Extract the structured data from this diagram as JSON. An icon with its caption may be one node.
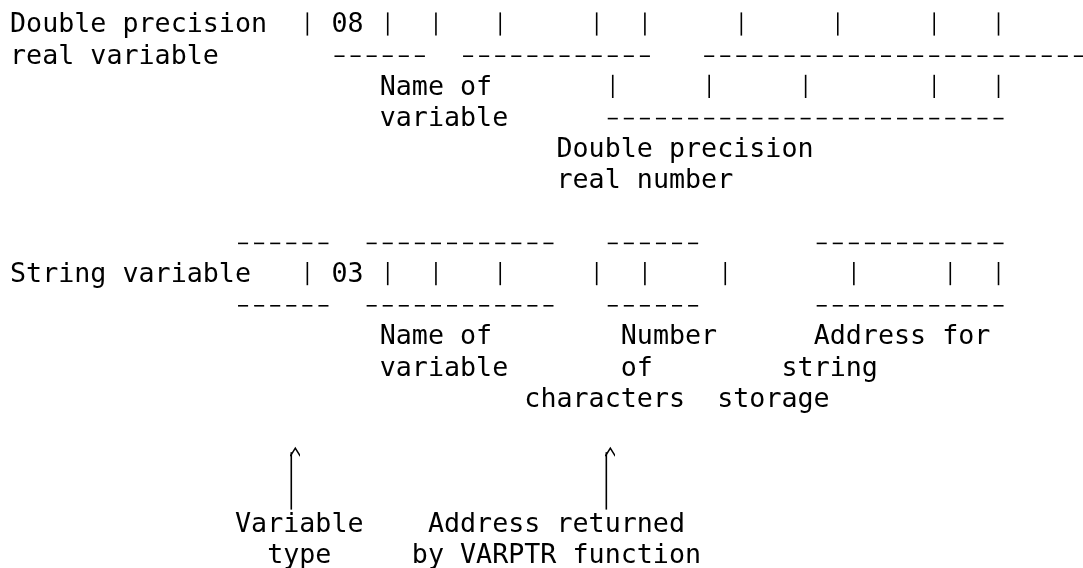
{
  "diagram": {
    "nodes": [
      {
        "text": [
          "Variable type"
        ]
      },
      {
        "text": [
          "Address returned by VARPTR function"
        ]
      }
    ],
    "edges": [
      {
        "from": 0,
        "to": null,
        "arrow": "to"
      },
      {
        "from": 1,
        "to": null,
        "arrow": "to"
      }
    ],
    "labels": [
      "Double precision real variable",
      "08",
      "Name of variable",
      "Double precision real number",
      "String variable",
      "03",
      "Name of variable",
      "Number of characters",
      "Address for string storage"
    ]
  }
}
